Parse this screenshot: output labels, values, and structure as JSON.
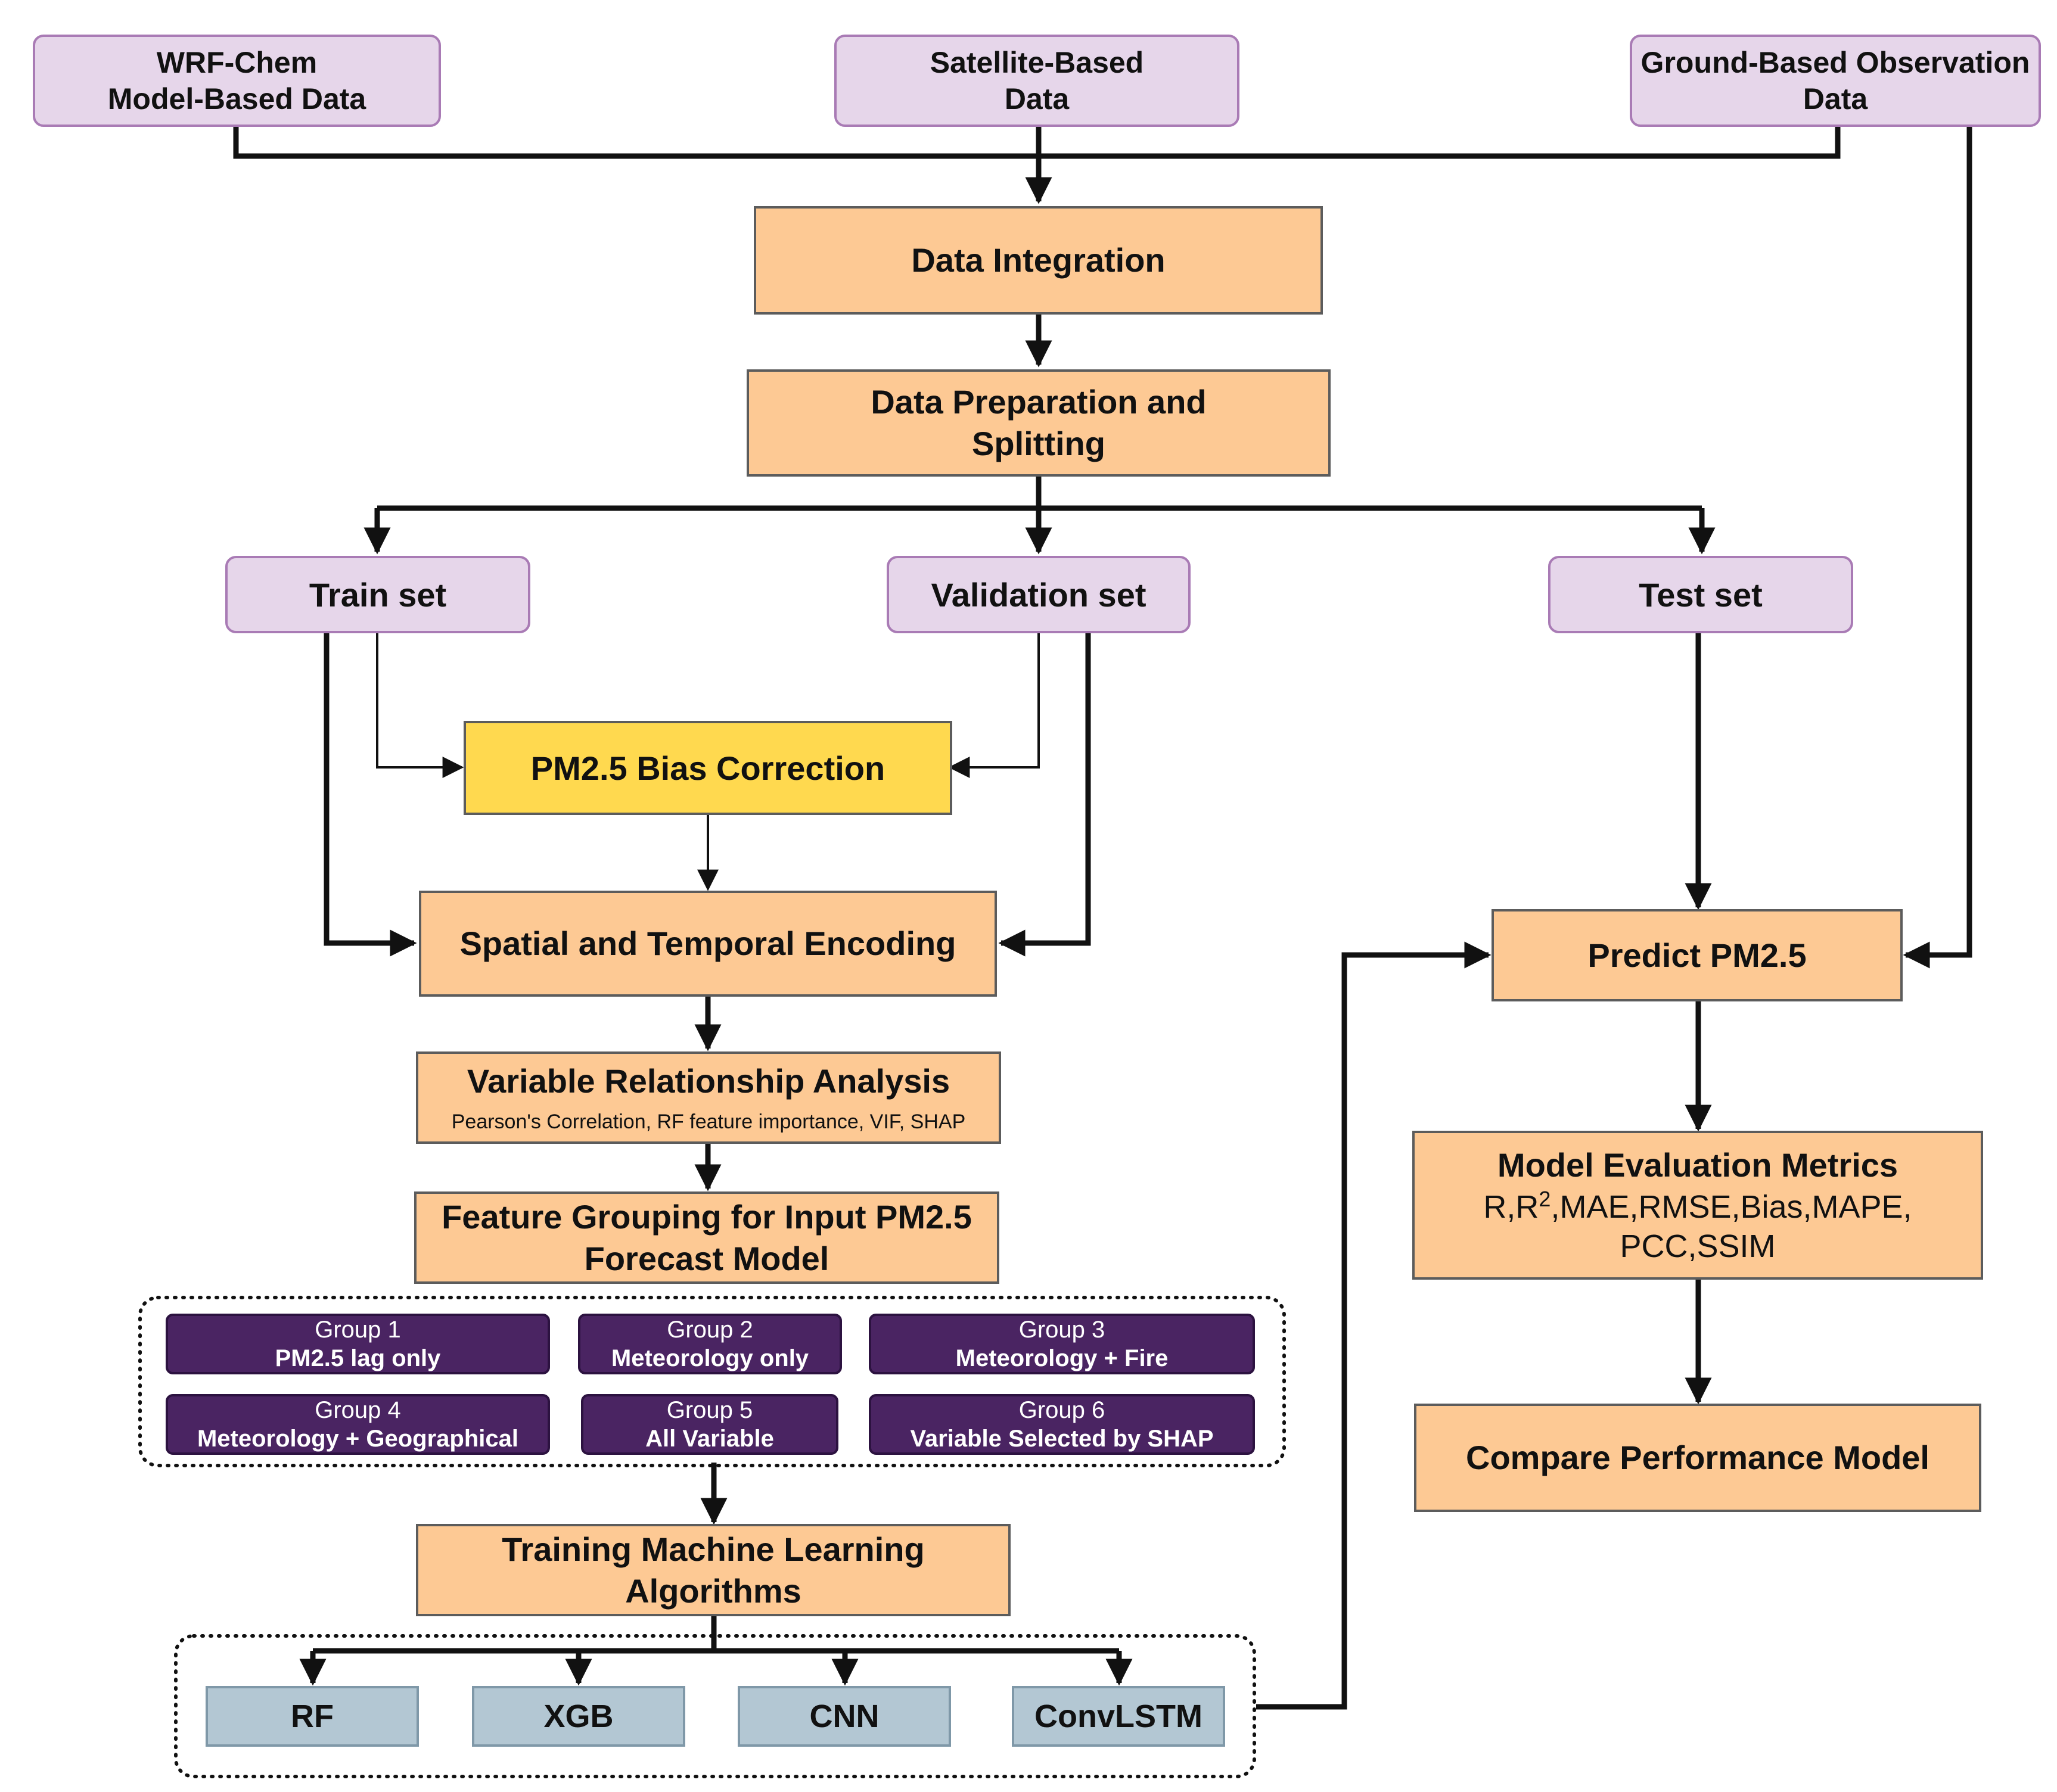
{
  "sources": {
    "wrf": [
      "WRF-Chem",
      "Model-Based Data"
    ],
    "satellite": [
      "Satellite-Based",
      "Data"
    ],
    "ground": [
      "Ground-Based Observation",
      "Data"
    ]
  },
  "steps": {
    "integration": "Data Integration",
    "preparation": [
      "Data Preparation and",
      "Splitting"
    ],
    "bias_correction": "PM2.5 Bias Correction",
    "encoding": "Spatial and Temporal Encoding",
    "relationship": {
      "title": "Variable Relationship Analysis",
      "methods": "Pearson's Correlation, RF feature importance, VIF, SHAP"
    },
    "grouping": [
      "Feature Grouping for Input PM2.5",
      "Forecast Model"
    ],
    "training": [
      "Training Machine Learning",
      "Algorithms"
    ],
    "predict": "Predict PM2.5",
    "evaluation": {
      "title": "Model Evaluation Metrics",
      "metrics_pre": "R,R",
      "metrics_sup": "2",
      "metrics_post": ",MAE,RMSE,Bias,MAPE,",
      "metrics_line2": "PCC,SSIM"
    },
    "compare": "Compare Performance Model"
  },
  "splits": {
    "train": "Train set",
    "validation": "Validation set",
    "test": "Test set"
  },
  "feature_groups": [
    {
      "label": "Group 1",
      "desc": "PM2.5 lag only"
    },
    {
      "label": "Group 2",
      "desc": "Meteorology only"
    },
    {
      "label": "Group 3",
      "desc": "Meteorology + Fire"
    },
    {
      "label": "Group 4",
      "desc": "Meteorology + Geographical"
    },
    {
      "label": "Group 5",
      "desc": "All Variable"
    },
    {
      "label": "Group 6",
      "desc": "Variable Selected by SHAP"
    }
  ],
  "algorithms": [
    "RF",
    "XGB",
    "CNN",
    "ConvLSTM"
  ],
  "colors": {
    "source_fill": "#e6d6ea",
    "source_border": "#a97bb5",
    "process_fill": "#fdc994",
    "bias_fill": "#ffd94f",
    "group_fill": "#4a2462",
    "algorithm_fill": "#b3c7d3",
    "connector": "#111111"
  }
}
